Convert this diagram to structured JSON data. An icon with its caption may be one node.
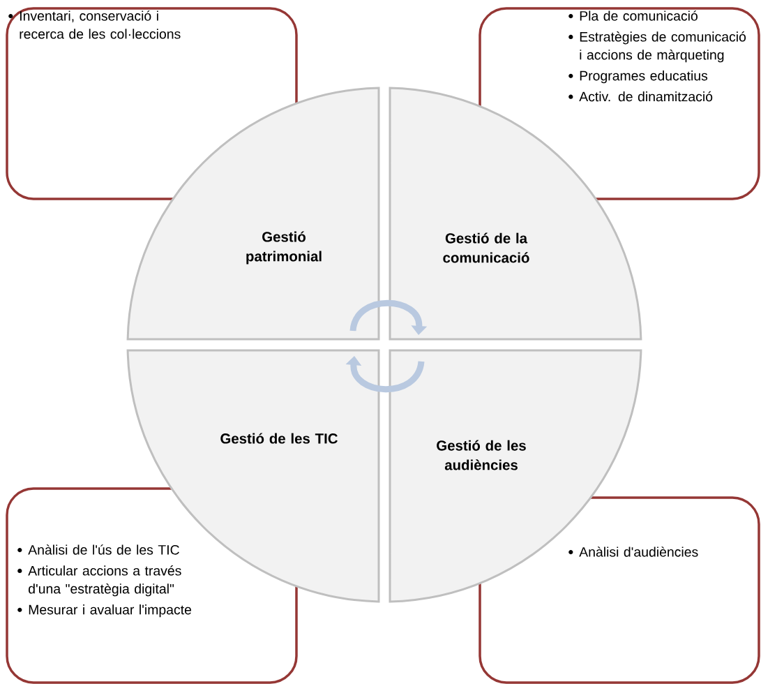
{
  "diagram": {
    "nodes": [
      {
        "text": [
          "Inventari, conservació i recerca de les col·leccions"
        ]
      },
      {
        "text": [
          "Pla de comunicació",
          "Estratègies de comunicació i accions de màrqueting",
          "Programes educatius",
          "Activ. de dinamització"
        ]
      },
      {
        "text": [
          "Gestió patrimonial"
        ]
      },
      {
        "text": [
          "Gestió de la comunicació"
        ]
      },
      {
        "text": [
          "Gestió de les TIC"
        ]
      },
      {
        "text": [
          "Gestió de les audiències"
        ]
      },
      {
        "text": [
          "Anàlisi de l'ús de les TIC",
          "Articular accions a través d'una \"estratègia digital\"",
          "Mesurar i avaluar l'impacte"
        ]
      },
      {
        "text": [
          "Anàlisi d'audiències"
        ]
      }
    ],
    "edges": [
      {
        "from": 2,
        "to": 3,
        "arrow": "to"
      },
      {
        "from": 5,
        "to": 4,
        "arrow": "to"
      }
    ]
  }
}
